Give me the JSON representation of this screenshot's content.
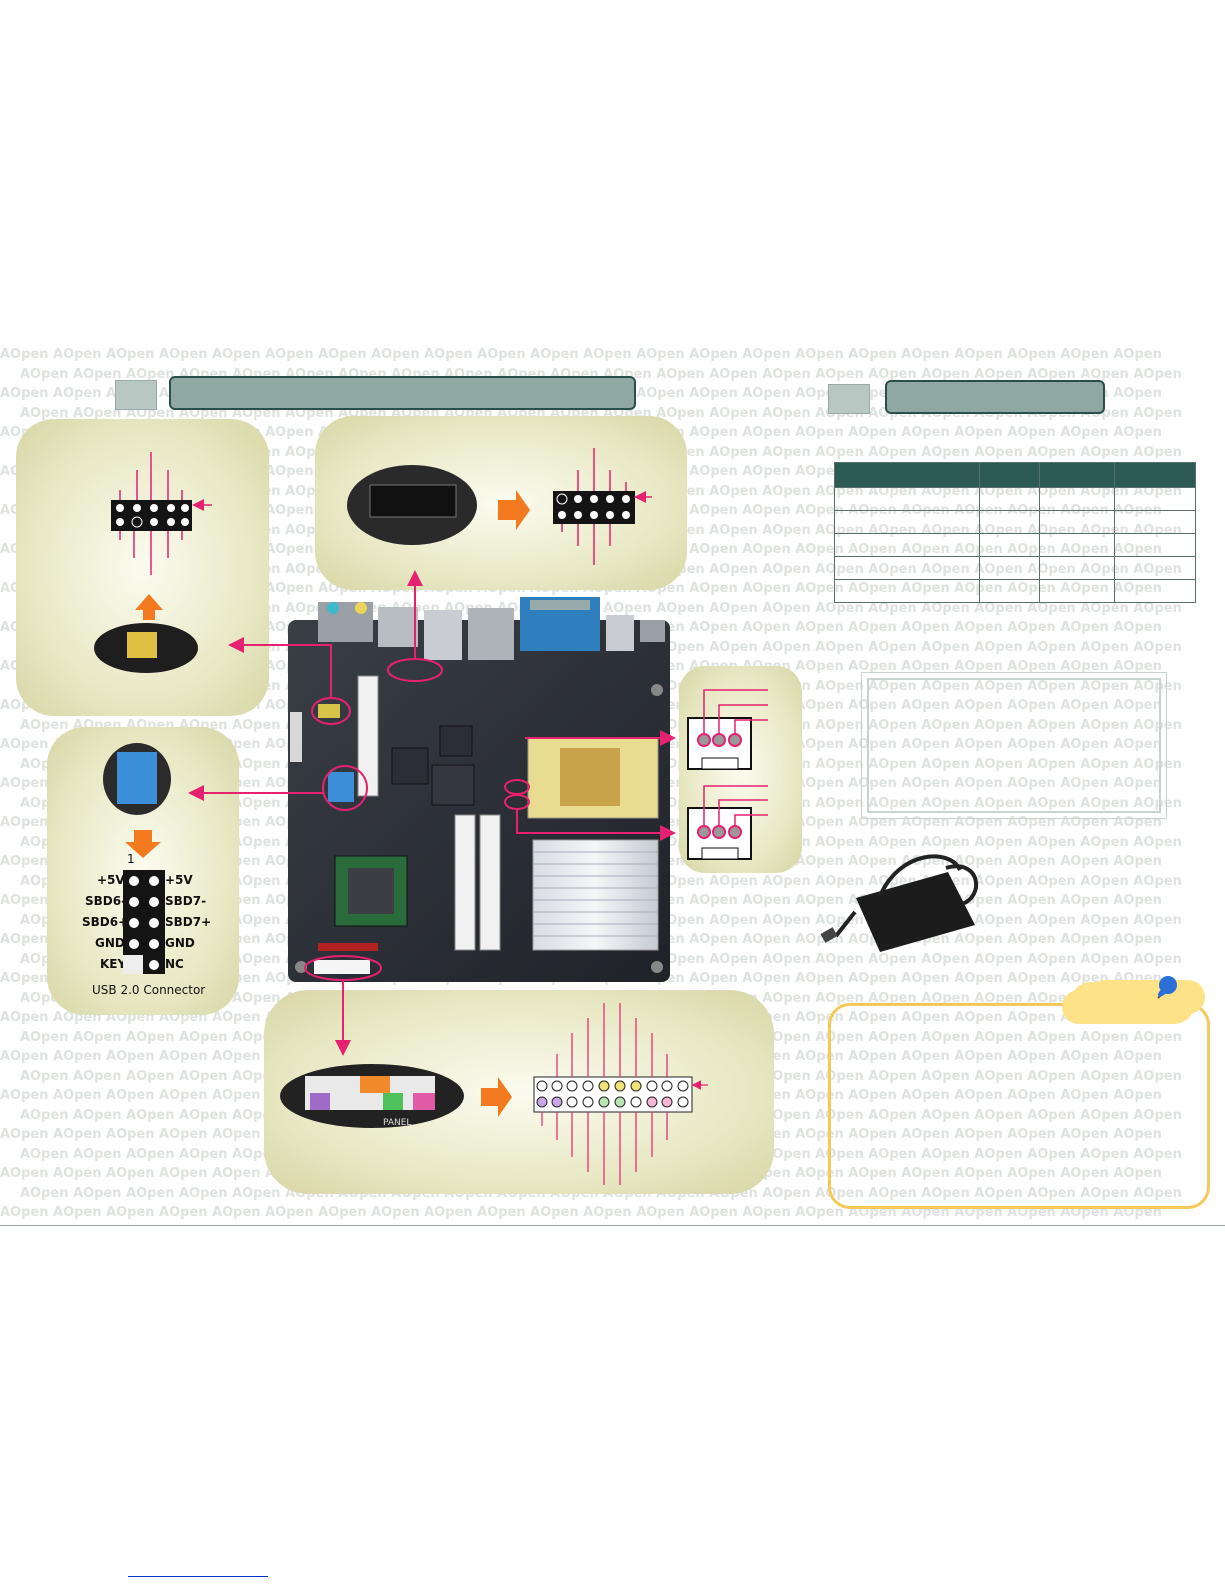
{
  "header": {
    "left_section_number": "",
    "left_section_title": "",
    "right_section_number": "",
    "right_section_title": ""
  },
  "watermark": {
    "brand": "AOpen"
  },
  "usb_connector": {
    "pin_one": "1",
    "left_pins": [
      "+5V",
      "SBD6-",
      "SBD6+",
      "GND",
      "KEY"
    ],
    "right_pins": [
      "+5V",
      "SBD7-",
      "SBD7+",
      "GND",
      "NC"
    ],
    "title": "USB 2.0 Connector"
  },
  "front_panel": {
    "silkscreen_label": "PANEL"
  },
  "colors": {
    "panel_olive": "#e3e3bd",
    "callout_pink": "#e6216f",
    "arrow_orange": "#f47a1f",
    "header_teal": "#2e5a54",
    "tip_yellow": "#f6c95a",
    "usb_blue": "#3b8fd8"
  },
  "icons": {
    "pushpin": "pushpin-icon",
    "power_adapter": "power-adapter-icon"
  }
}
